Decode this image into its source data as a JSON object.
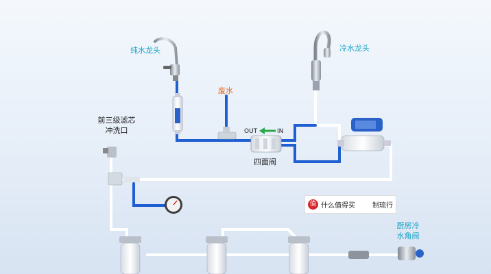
{
  "labels": {
    "pure_faucet": "纯水龙头",
    "cold_faucet": "冷水龙头",
    "waste_water": "废水",
    "prefilter_flush": "前三级滤芯冲洗口",
    "out": "OUT",
    "in": "IN",
    "four_way_valve": "四面阀",
    "kitchen_valve": "厨房冷水角阀"
  },
  "watermark": {
    "logo_char": "值",
    "text": "什么值得买",
    "sub": "制琉行"
  },
  "colors": {
    "blue_pipe": "#1f5fd1",
    "white_pipe": "#ffffff",
    "label_blue": "#1aa3c8",
    "label_orange": "#e06a1c",
    "arrow_green": "#2aa84a"
  }
}
